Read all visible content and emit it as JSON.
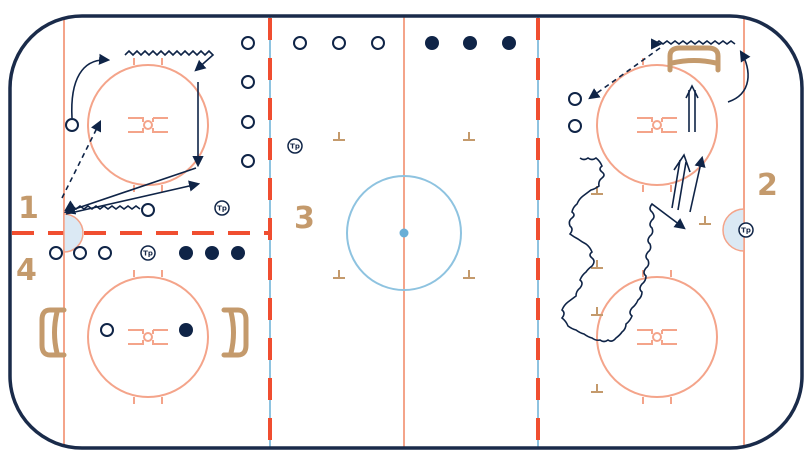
{
  "diagram": {
    "type": "hockey-rink-drill",
    "zone_labels": [
      "1",
      "2",
      "3",
      "4"
    ],
    "coach_label": "Tp",
    "colors": {
      "boards": "#1a2b4a",
      "red_line": "#f04e30",
      "goal_line": "#f4a48a",
      "blue_line": "#8ec3e0",
      "center_dot": "#6aaed6",
      "crease": "#dbe9f4",
      "equipment": "#c49a6c",
      "player": "#0f2447",
      "path": "#0f2447"
    }
  }
}
